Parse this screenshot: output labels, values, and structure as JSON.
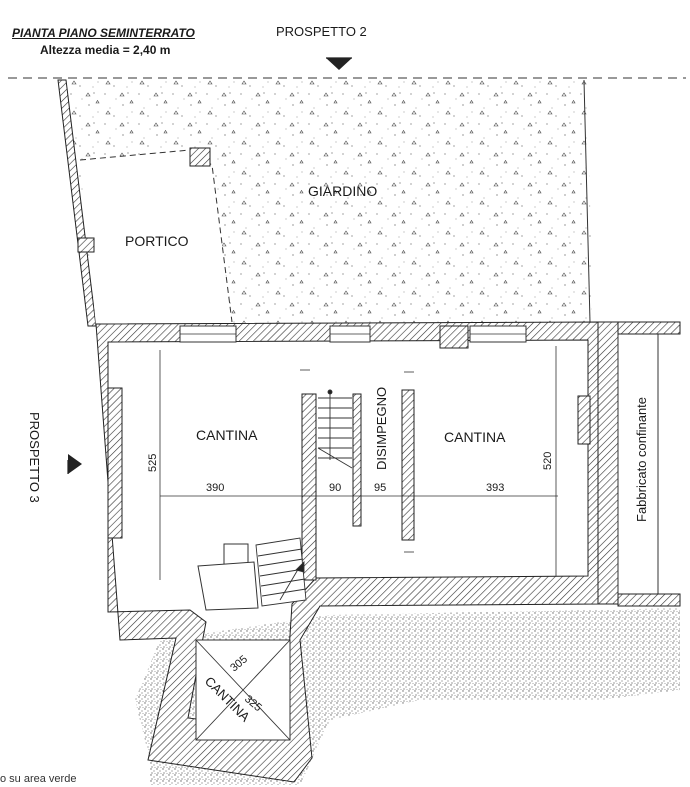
{
  "header": {
    "title": "PIANTA PIANO SEMINTERRATO",
    "subtitle": "Altezza media = 2,40 m"
  },
  "labels": {
    "prospetto_2": "PROSPETTO 2",
    "prospetto_3": "PROSPETTO 3",
    "giardino": "GIARDINO",
    "portico": "PORTICO",
    "cantina_left": "CANTINA",
    "cantina_right": "CANTINA",
    "cantina_bottom": "CANTINA",
    "disimpegno": "DISIMPEGNO",
    "fabbricato": "Fabbricato confinante"
  },
  "dimensions": {
    "d390": "390",
    "d90": "90",
    "d95": "95",
    "d393": "393",
    "d525": "525",
    "d520": "520",
    "d305": "305",
    "d325": "325"
  },
  "footer": {
    "note": "o su area verde"
  }
}
